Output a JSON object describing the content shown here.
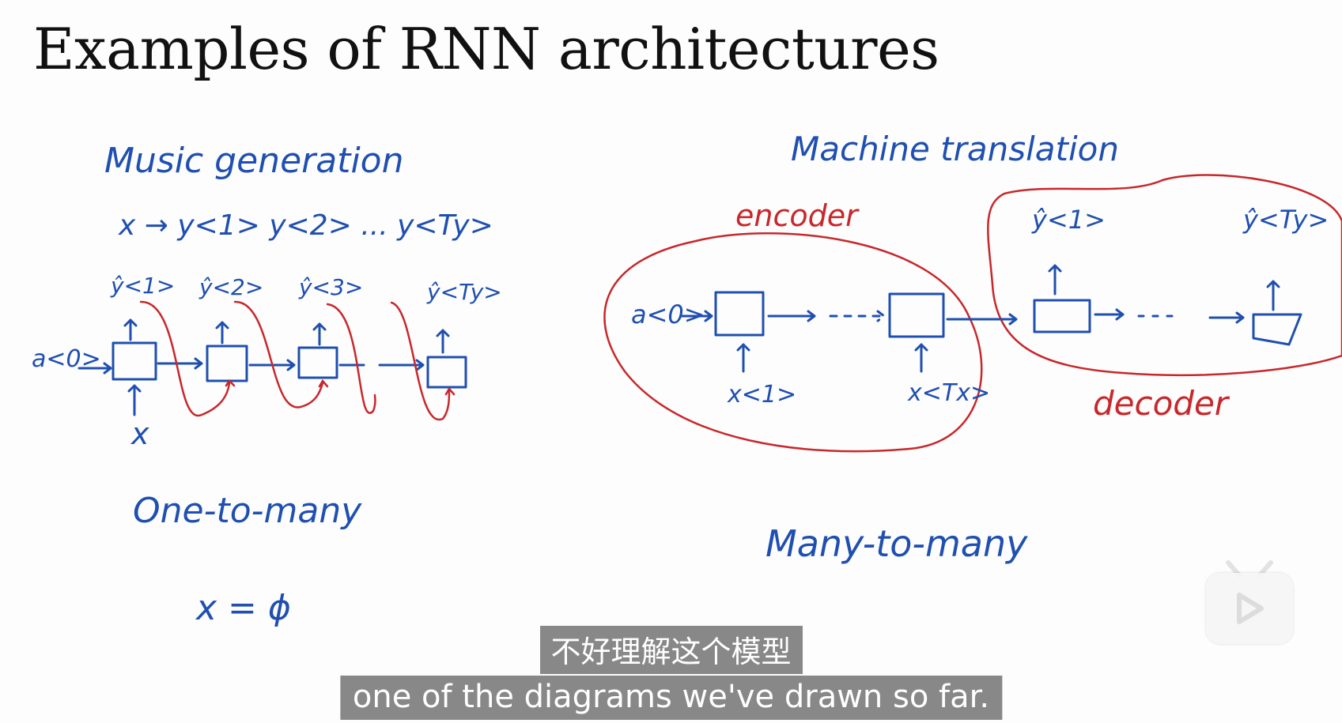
{
  "slide": {
    "title": "Examples of RNN architectures"
  },
  "left": {
    "heading": "Music generation",
    "mapping": "x → y<1> y<2> ... y<Ty>",
    "initial_activation": "a<0>",
    "outputs": [
      "ŷ<1>",
      "ŷ<2>",
      "ŷ<3>",
      "ŷ<Ty>"
    ],
    "input": "x",
    "type_label": "One-to-many",
    "note": "x = ϕ"
  },
  "right": {
    "heading": "Machine translation",
    "encoder_label": "encoder",
    "decoder_label": "decoder",
    "initial_activation": "a<0>",
    "inputs": [
      "x<1>",
      "x<Tx>"
    ],
    "outputs": [
      "ŷ<1>",
      "ŷ<Ty>"
    ],
    "type_label": "Many-to-many"
  },
  "subtitles": {
    "chinese": "不好理解这个模型",
    "english": "one of the diagrams we've drawn so far."
  },
  "colors": {
    "ink_blue": "#1f4fb0",
    "ink_red": "#c8272b",
    "subtitle_bg": "#6e6e6e"
  },
  "icons": {
    "play": "play-icon"
  }
}
